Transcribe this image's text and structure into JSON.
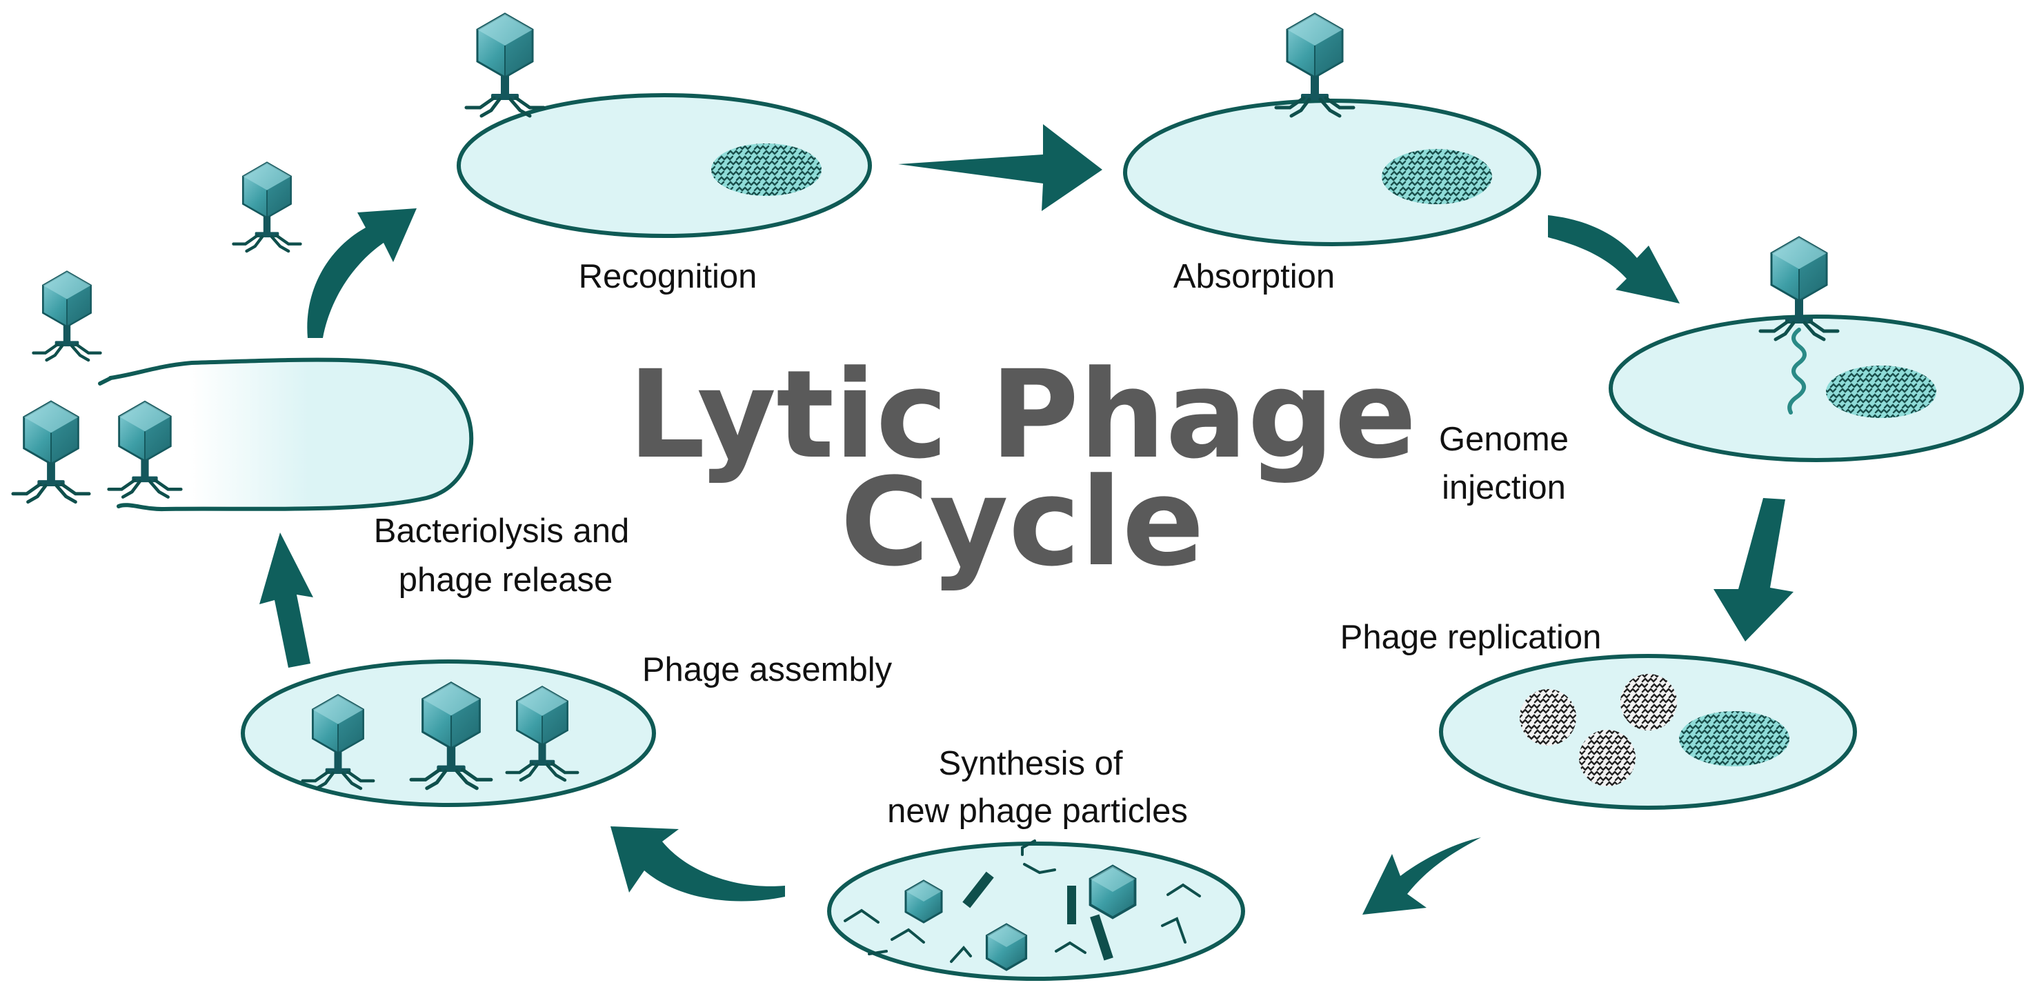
{
  "title": {
    "line1": "Lytic Phage",
    "line2": "Cycle"
  },
  "stages": {
    "recognition": {
      "label": "Recognition"
    },
    "absorption": {
      "label": "Absorption"
    },
    "genome_injection": {
      "line1": "Genome",
      "line2": "injection"
    },
    "phage_replication": {
      "label": "Phage replication"
    },
    "synthesis": {
      "line1": "Synthesis of",
      "line2": "new phage particles"
    },
    "phage_assembly": {
      "label": "Phage assembly"
    },
    "bacteriolysis": {
      "line1": "Bacteriolysis and",
      "line2": "phage release"
    }
  },
  "colors": {
    "cell_fill": "#dcf4f5",
    "cell_stroke": "#0f5a55",
    "arrow": "#0f5f5c",
    "phage_head": "#3e9ea6",
    "title": "#5a5a5a"
  },
  "icons": {
    "phage": "bacteriophage-icon",
    "arrow": "cycle-arrow-icon",
    "dna": "dna-nucleoid-icon"
  }
}
